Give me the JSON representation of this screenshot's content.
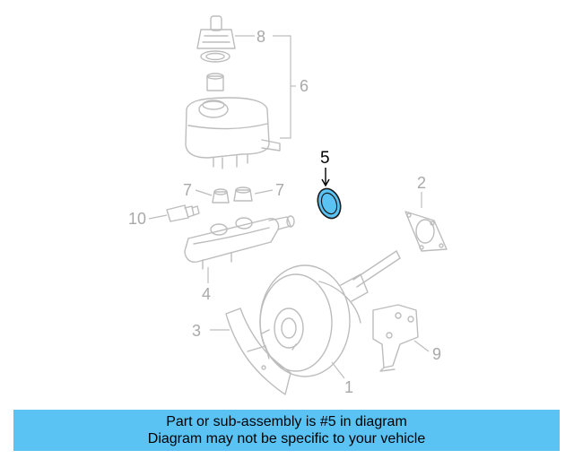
{
  "diagram": {
    "callouts": {
      "c1": "1",
      "c2": "2",
      "c3": "3",
      "c4": "4",
      "c5": "5",
      "c6": "6",
      "c7a": "7",
      "c7b": "7",
      "c8": "8",
      "c9": "9",
      "c10": "10"
    },
    "highlight_color": "#5ac3f4",
    "line_color": "#bdbdbd"
  },
  "banner": {
    "line1": "Part or sub-assembly is #5 in diagram",
    "line2": "Diagram may not be specific to your vehicle",
    "color": "#5ac3f4"
  }
}
